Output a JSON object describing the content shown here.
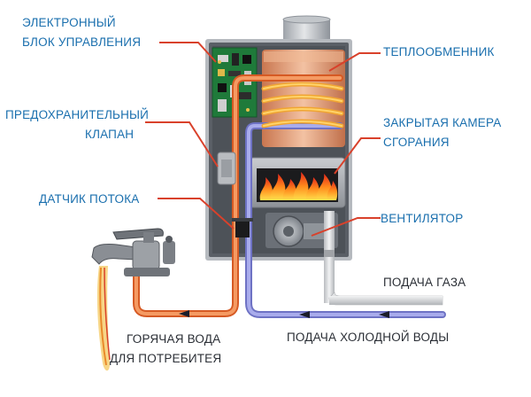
{
  "labels": {
    "control_unit": [
      "ЭЛЕКТРОННЫЙ",
      "БЛОК  УПРАВЛЕНИЯ"
    ],
    "safety_valve": [
      "ПРЕДОХРАНИТЕЛЬНЫЙ",
      "КЛАПАН"
    ],
    "flow_sensor": "ДАТЧИК ПОТОКА",
    "heat_exchanger": "ТЕПЛООБМЕННИК",
    "combustion_chamber": [
      "ЗАКРЫТАЯ КАМЕРА",
      "СГОРАНИЯ"
    ],
    "fan": "ВЕНТИЛЯТОР",
    "gas_supply": "ПОДАЧА ГАЗА",
    "cold_water": "ПОДАЧА ХОЛОДНОЙ ВОДЫ",
    "hot_water": [
      "ГОРЯЧАЯ ВОДА",
      "ДЛЯ ПОТРЕБИТЕЯ"
    ]
  },
  "colors": {
    "label_blue": "#1a6fae",
    "label_dark": "#2b2f36",
    "leader_red": "#d9412b",
    "hot_pipe": "#e8743a",
    "cold_pipe": "#8c8fd6",
    "gas_pipe": "#d6d6d6",
    "heater_body": "#5a5f66"
  }
}
